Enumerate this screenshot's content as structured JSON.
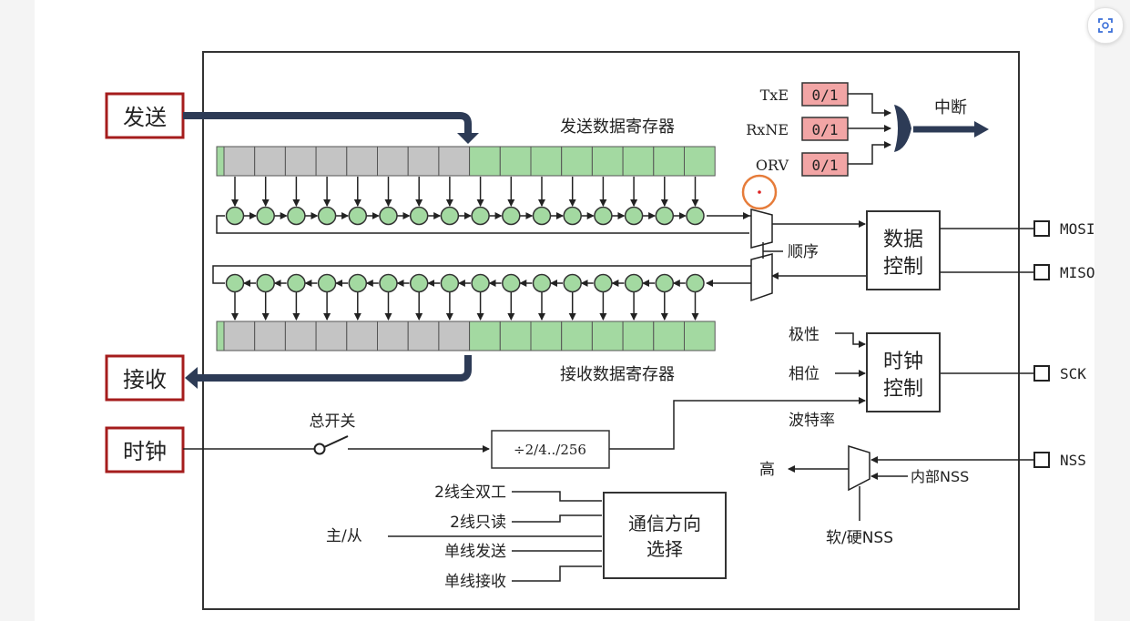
{
  "io": {
    "send": "发送",
    "receive": "接收",
    "clock": "时钟"
  },
  "registers": {
    "tx": "发送数据寄存器",
    "rx": "接收数据寄存器"
  },
  "flags": [
    {
      "name": "TxE",
      "value": "0/1"
    },
    {
      "name": "RxNE",
      "value": "0/1"
    },
    {
      "name": "ORV",
      "value": "0/1"
    }
  ],
  "interrupt": "中断",
  "blocks": {
    "data_control_line1": "数据",
    "data_control_line2": "控制",
    "clock_control_line1": "时钟",
    "clock_control_line2": "控制",
    "comm_dir_line1": "通信方向",
    "comm_dir_line2": "选择",
    "prescaler": "÷2/4../256"
  },
  "labels": {
    "order": "顺序",
    "polarity": "极性",
    "phase": "相位",
    "baud": "波特率",
    "master_switch": "总开关",
    "high": "高",
    "internal_nss": "内部NSS",
    "soft_hard_nss": "软/硬NSS",
    "master_slave": "主/从"
  },
  "pins": [
    "MOSI",
    "MISO",
    "SCK",
    "NSS"
  ],
  "modes": [
    "2线全双工",
    "2线只读",
    "单线发送",
    "单线接收"
  ],
  "colors": {
    "io_border": "#a51c1c",
    "register_green": "#a3d9a1",
    "register_gray": "#c4c4c4",
    "flag_fill": "#f2a5a5",
    "bus_navy": "#2d3b56",
    "annotation_orange": "#e67c3a"
  },
  "icons": {
    "scan": "scan-icon"
  }
}
